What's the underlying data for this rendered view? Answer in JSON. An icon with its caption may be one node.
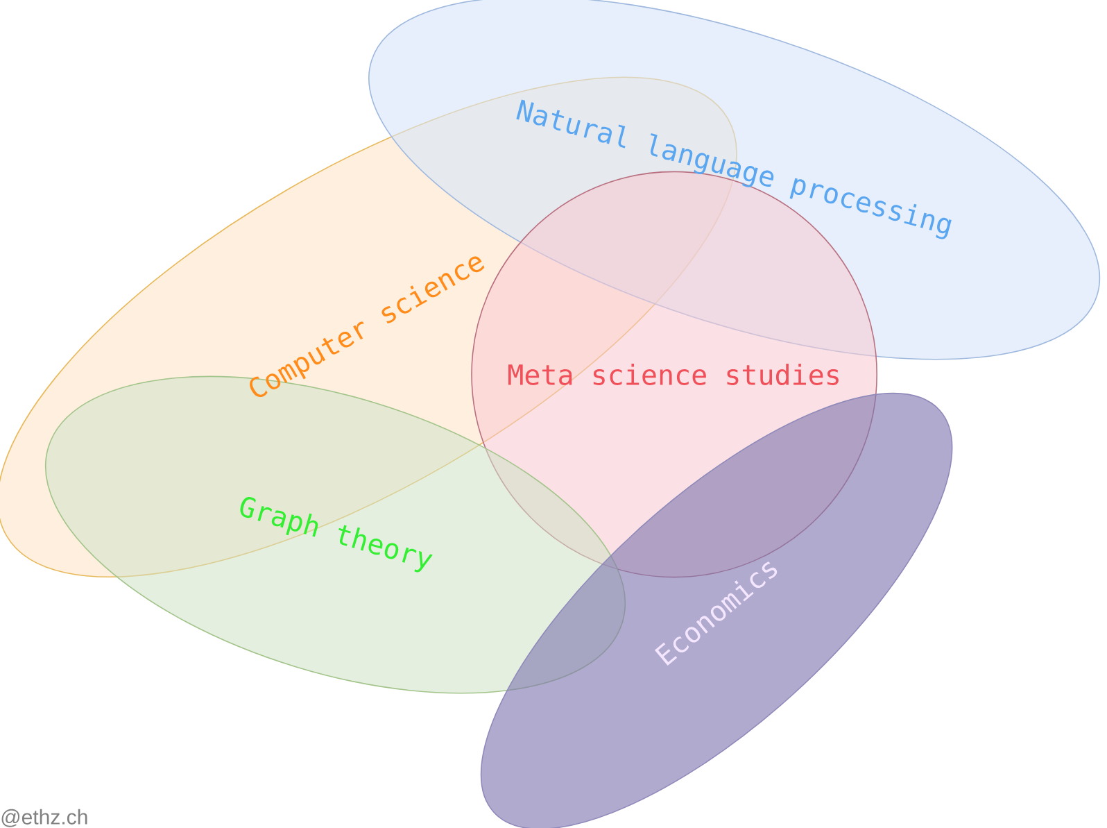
{
  "diagram": {
    "nodes": [
      {
        "text": [
          "Natural language processing"
        ]
      },
      {
        "text": [
          "Computer science"
        ]
      },
      {
        "text": [
          "Meta science studies"
        ]
      },
      {
        "text": [
          "Graph theory"
        ]
      },
      {
        "text": [
          "Economics"
        ]
      }
    ],
    "labels": [
      "@ethz.ch"
    ]
  }
}
